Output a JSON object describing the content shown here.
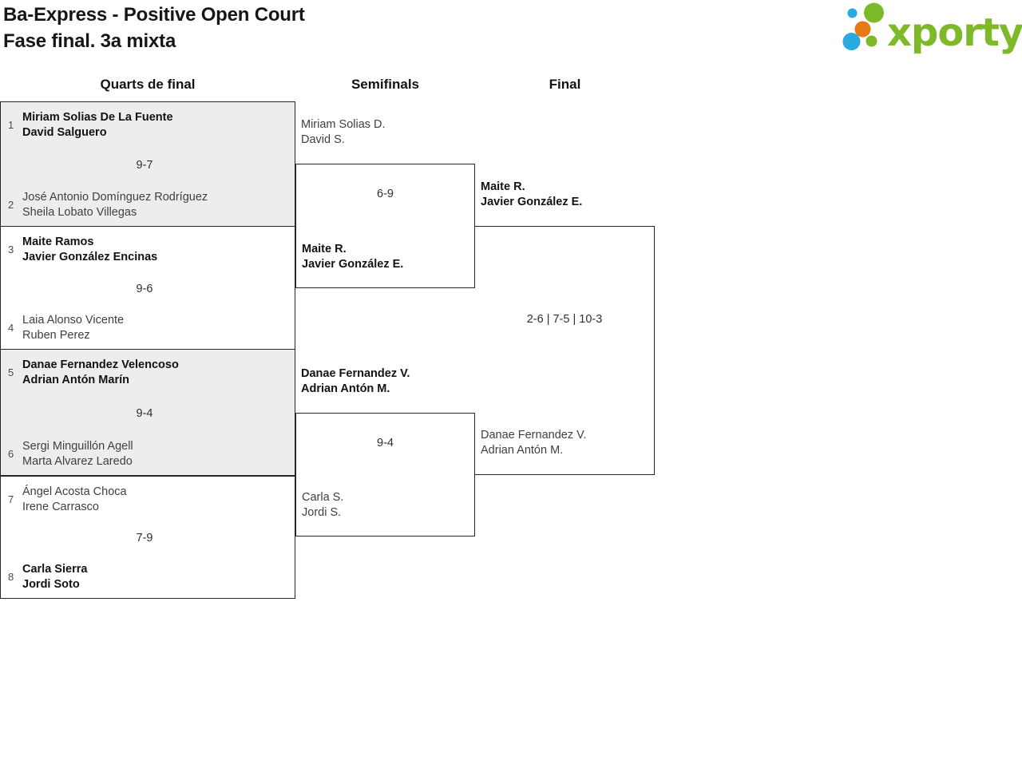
{
  "page": {
    "title_line1": "Ba-Express - Positive Open Court",
    "title_line2": "Fase final. 3a mixta"
  },
  "logo": {
    "text": "xporty",
    "colors": {
      "green": "#7db928",
      "blue": "#29a9e0",
      "orange": "#e87a16"
    }
  },
  "rounds": {
    "quarterfinals_label": "Quarts de final",
    "semifinals_label": "Semifinals",
    "final_label": "Final"
  },
  "bracket": {
    "quarterfinals": [
      {
        "seed_top": "1",
        "team_top_player1": "Miriam Solias De La Fuente",
        "team_top_player2": "David Salguero",
        "team_top_winner": true,
        "score": "9-7",
        "seed_bottom": "2",
        "team_bottom_player1": "José Antonio Domínguez Rodríguez",
        "team_bottom_player2": "Sheila Lobato Villegas",
        "team_bottom_winner": false
      },
      {
        "seed_top": "3",
        "team_top_player1": "Maite Ramos",
        "team_top_player2": "Javier González Encinas",
        "team_top_winner": true,
        "score": "9-6",
        "seed_bottom": "4",
        "team_bottom_player1": "Laia Alonso Vicente",
        "team_bottom_player2": "Ruben Perez",
        "team_bottom_winner": false
      },
      {
        "seed_top": "5",
        "team_top_player1": "Danae Fernandez Velencoso",
        "team_top_player2": "Adrian Antón Marín",
        "team_top_winner": true,
        "score": "9-4",
        "seed_bottom": "6",
        "team_bottom_player1": "Sergi Minguillón Agell",
        "team_bottom_player2": "Marta Alvarez Laredo",
        "team_bottom_winner": false
      },
      {
        "seed_top": "7",
        "team_top_player1": "Ángel Acosta Choca",
        "team_top_player2": "Irene Carrasco",
        "team_top_winner": false,
        "score": "7-9",
        "seed_bottom": "8",
        "team_bottom_player1": "Carla Sierra",
        "team_bottom_player2": "Jordi Soto",
        "team_bottom_winner": true
      }
    ],
    "semifinals": [
      {
        "team_top_player1": "Miriam Solias D.",
        "team_top_player2": "David S.",
        "team_top_winner": false,
        "score": "6-9",
        "team_bottom_player1": "Maite R.",
        "team_bottom_player2": "Javier González E.",
        "team_bottom_winner": true
      },
      {
        "team_top_player1": "Danae Fernandez V.",
        "team_top_player2": "Adrian Antón M.",
        "team_top_winner": true,
        "score": "9-4",
        "team_bottom_player1": "Carla S.",
        "team_bottom_player2": "Jordi S.",
        "team_bottom_winner": false
      }
    ],
    "final": {
      "team_top_player1": "Maite R.",
      "team_top_player2": "Javier González E.",
      "team_top_winner": true,
      "score": "2-6 | 7-5 | 10-3",
      "team_bottom_player1": "Danae Fernandez V.",
      "team_bottom_player2": "Adrian Antón M.",
      "team_bottom_winner": false
    }
  }
}
